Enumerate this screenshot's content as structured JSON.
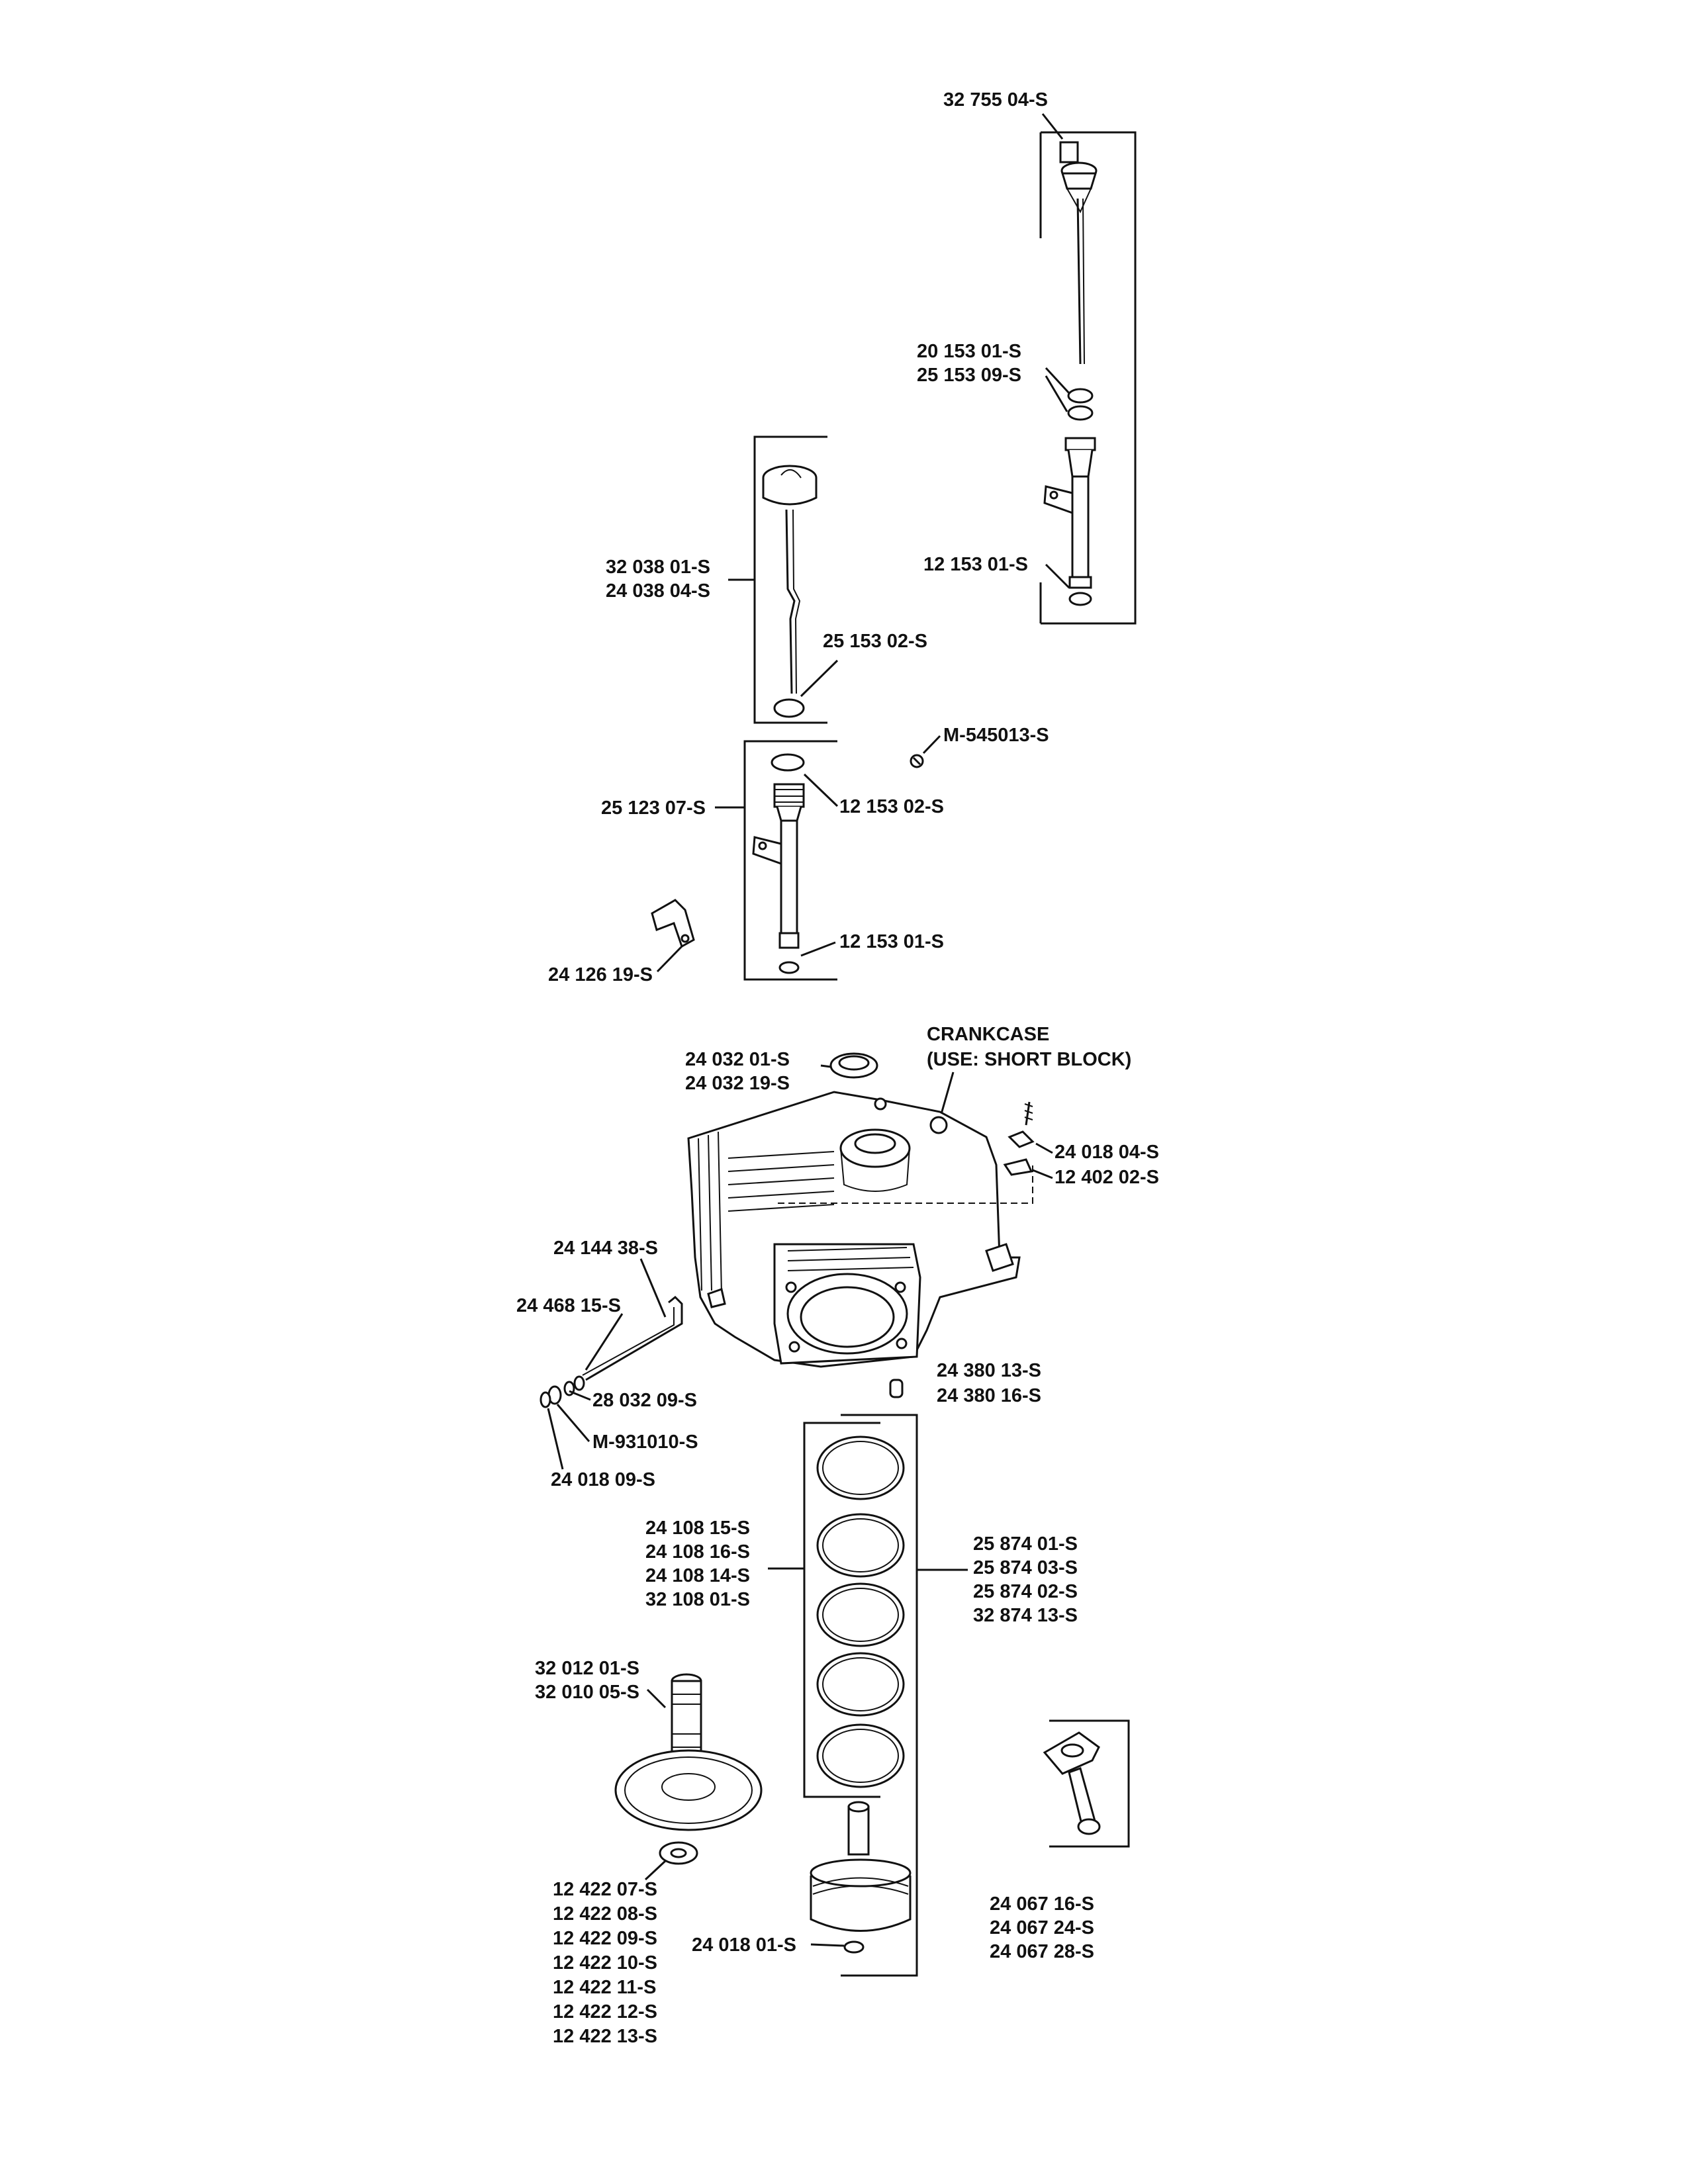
{
  "diagram_labels": {
    "dipstick_upper": "32 755 04-S",
    "oring_a1": "20 153 01-S",
    "oring_a2": "25 153 09-S",
    "tube_upper": "12 153 01-S",
    "dipstick_mid_1": "32 038 01-S",
    "dipstick_mid_2": "24 038 04-S",
    "oring_mid": "25 153 02-S",
    "screw": "M-545013-S",
    "tube_mid": "25 123 07-S",
    "oring_top": "12 153 02-S",
    "oring_bottom": "12 153 01-S",
    "bracket": "24 126 19-S",
    "crankcase_title_1": "CRANKCASE",
    "crankcase_title_2": "(USE: SHORT BLOCK)",
    "seal_1": "24 032 01-S",
    "seal_2": "24 032 19-S",
    "clamp_1": "24 018 04-S",
    "clamp_2": "12 402 02-S",
    "rod_1": "24 144 38-S",
    "rod_2": "24 468 15-S",
    "washer_1": "28 032 09-S",
    "washer_2": "M-931010-S",
    "nut": "24 018 09-S",
    "plug_1": "24 380 13-S",
    "plug_2": "24 380 16-S",
    "rings_left": [
      "24 108 15-S",
      "24 108 16-S",
      "24 108 14-S",
      "32 108 01-S"
    ],
    "rings_right": [
      "25 874 01-S",
      "25 874 03-S",
      "25 874 02-S",
      "32 874 13-S"
    ],
    "camshaft_1": "32 012 01-S",
    "camshaft_2": "32 010 05-S",
    "shims": [
      "12 422 07-S",
      "12 422 08-S",
      "12 422 09-S",
      "12 422 10-S",
      "12 422 11-S",
      "12 422 12-S",
      "12 422 13-S"
    ],
    "circlip": "24 018 01-S",
    "conrod": [
      "24 067 16-S",
      "24 067 24-S",
      "24 067 28-S"
    ]
  }
}
